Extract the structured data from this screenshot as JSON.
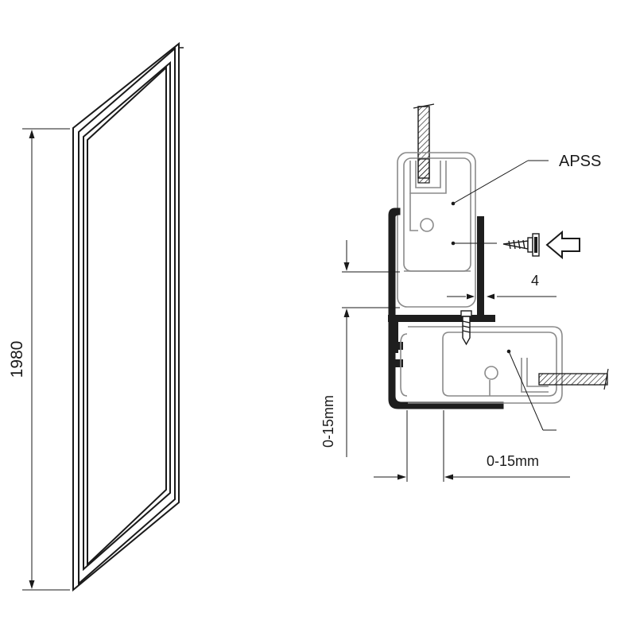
{
  "labels": {
    "height_dim": "1980",
    "product_code": "APSS",
    "screw_gap": "4",
    "vertical_adjust": "0-15mm",
    "horizontal_adjust": "0-15mm"
  },
  "colors": {
    "line": "#1a1a1a",
    "profile_dark": "#1e1e1e",
    "outline_light": "#8a8a8a"
  }
}
